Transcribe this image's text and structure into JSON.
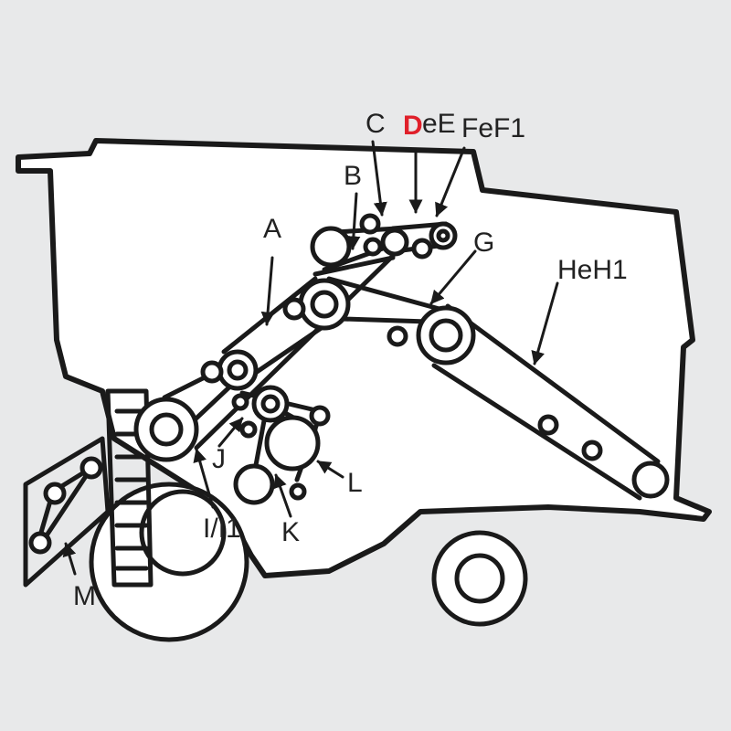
{
  "diagram": {
    "labels": {
      "a": "A",
      "b": "B",
      "c": "C",
      "d": "D",
      "e": "eE",
      "f": "FeF1",
      "g": "G",
      "h": "HeH1",
      "i": "I/I1",
      "j": "J",
      "k": "K",
      "l": "L",
      "m": "M"
    },
    "colors": {
      "background": "#e8e9ea",
      "line": "#1a1a1a",
      "highlight": "#e0202a"
    }
  }
}
